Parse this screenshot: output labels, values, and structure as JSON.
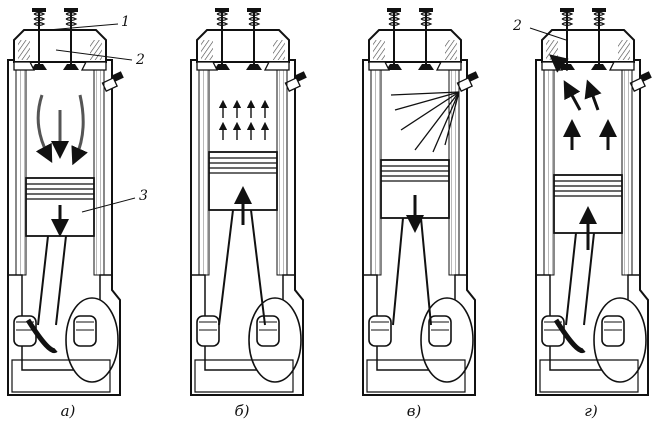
{
  "figure": {
    "panels": [
      {
        "id": "a",
        "caption": "а)",
        "stroke": "intake"
      },
      {
        "id": "b",
        "caption": "б)",
        "stroke": "compression"
      },
      {
        "id": "v",
        "caption": "в)",
        "stroke": "power"
      },
      {
        "id": "g",
        "caption": "г)",
        "stroke": "exhaust"
      }
    ],
    "callouts": {
      "valve_label": "1",
      "port_label": "2",
      "piston_label": "3",
      "exhaust_valve_label": "2"
    },
    "colors": {
      "ink": "#1a1a1a",
      "paper": "#ffffff",
      "hatch": "#555555"
    }
  }
}
